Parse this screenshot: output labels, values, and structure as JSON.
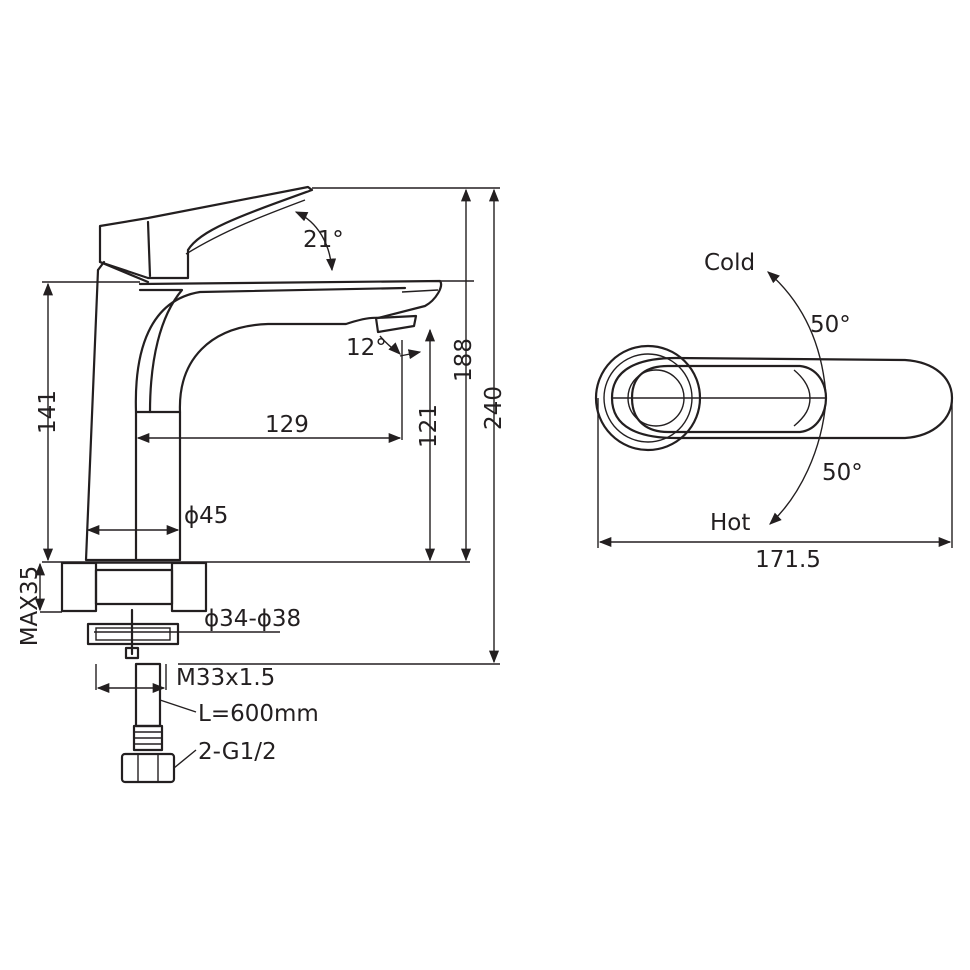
{
  "side_view": {
    "handle_tilt": "21°",
    "spout_angle": "12°",
    "height_spout_left": "141",
    "reach": "129",
    "height_aerator": "121",
    "height_spout_top": "188",
    "total_height": "240",
    "base_diameter": "ϕ45",
    "mount_hole": "ϕ34-ϕ38",
    "max_deck": "MAX35",
    "thread": "M33x1.5",
    "hose_length": "L=600mm",
    "connection": "2-G1/2"
  },
  "top_view": {
    "cold_label": "Cold",
    "hot_label": "Hot",
    "cold_angle": "50°",
    "hot_angle": "50°",
    "length": "171.5"
  },
  "colors": {
    "line": "#231f20",
    "background": "#ffffff"
  }
}
